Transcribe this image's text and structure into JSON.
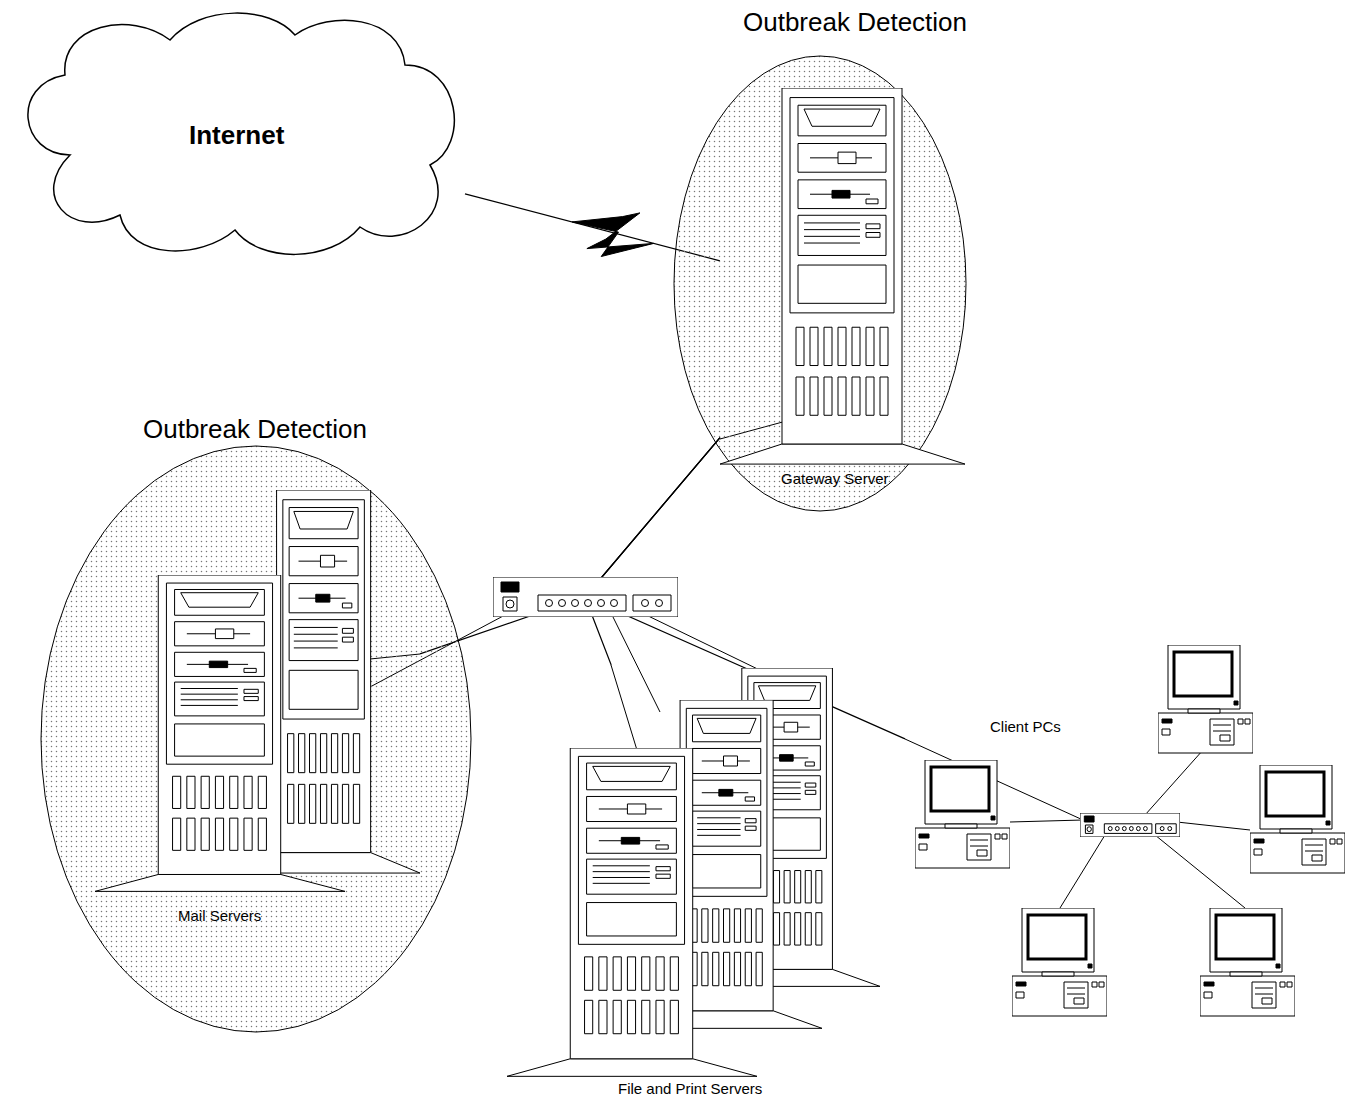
{
  "diagram": {
    "nodes": [
      {
        "text": [
          "Internet"
        ]
      },
      {
        "text": [
          "Outbreak Detection"
        ]
      },
      {
        "text": [
          "Gateway Server"
        ],
        "in": 1
      },
      {
        "text": [
          "Outbreak Detection"
        ]
      },
      {
        "text": [
          "Mail Servers"
        ],
        "in": 3
      },
      {
        "text": [
          "File and Print Servers"
        ]
      },
      {
        "text": [
          "Client PCs"
        ]
      }
    ],
    "edges": [
      {
        "from": 0,
        "to": 2,
        "arrow": "none"
      },
      {
        "from": 2,
        "to": 4,
        "arrow": "none"
      },
      {
        "from": 2,
        "to": 5,
        "arrow": "none"
      },
      {
        "from": 2,
        "to": 6,
        "arrow": "none"
      }
    ]
  }
}
